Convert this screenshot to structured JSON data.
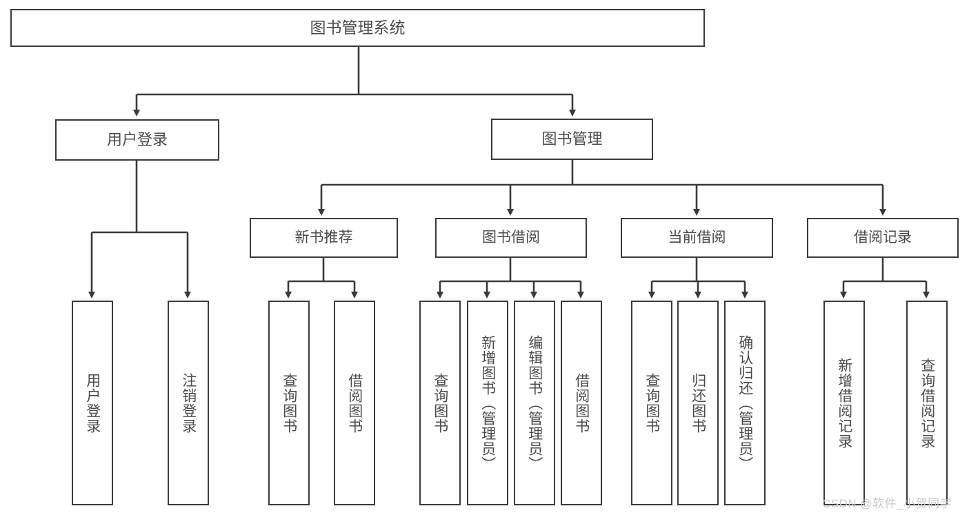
{
  "diagram": {
    "title": "图书管理系统",
    "type": "hierarchy-tree",
    "root": {
      "label": "图书管理系统"
    },
    "level2": [
      {
        "label": "用户登录"
      },
      {
        "label": "图书管理"
      }
    ],
    "level3": [
      {
        "label": "新书推荐"
      },
      {
        "label": "图书借阅"
      },
      {
        "label": "当前借阅"
      },
      {
        "label": "借阅记录"
      }
    ],
    "leaves": {
      "user_login": [
        {
          "label": "用户登录"
        },
        {
          "label": "注销登录"
        }
      ],
      "new_book_recommend": [
        {
          "label": "查询图书"
        },
        {
          "label": "借阅图书"
        }
      ],
      "book_borrow": [
        {
          "label": "查询图书"
        },
        {
          "label": "新增图书（管理员）"
        },
        {
          "label": "编辑图书（管理员）"
        },
        {
          "label": "借阅图书"
        }
      ],
      "current_borrow": [
        {
          "label": "查询图书"
        },
        {
          "label": "归还图书"
        },
        {
          "label": "确认归还（管理员）"
        }
      ],
      "borrow_record": [
        {
          "label": "新增借阅记录"
        },
        {
          "label": "查询借阅记录"
        }
      ]
    }
  },
  "watermark": {
    "text": "CSDN @软件_小贺同学"
  },
  "colors": {
    "stroke": "#3a3a3a",
    "text": "#4a4a4a",
    "background": "#ffffff",
    "watermark": "#c9c9c9"
  }
}
